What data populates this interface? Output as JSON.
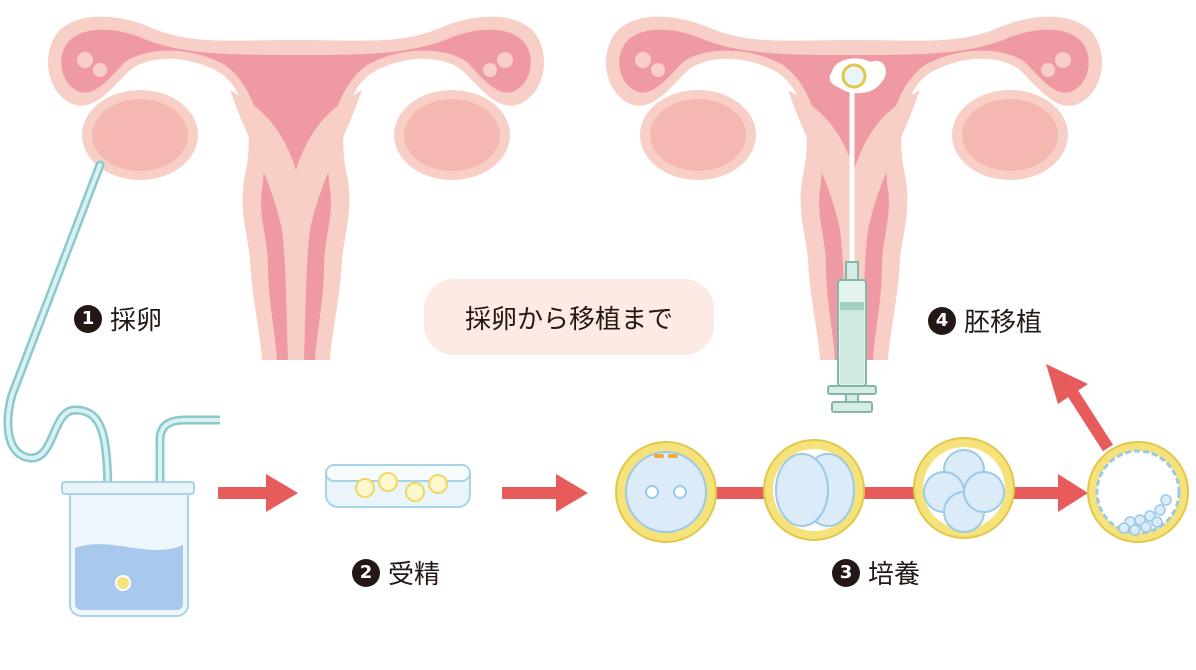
{
  "title": "採卵から移植まで",
  "steps": [
    {
      "number": "1",
      "label": "採卵"
    },
    {
      "number": "2",
      "label": "受精"
    },
    {
      "number": "3",
      "label": "培養"
    },
    {
      "number": "4",
      "label": "胚移植"
    }
  ],
  "colors": {
    "uterus_outer": "#f8cfc6",
    "uterus_inner": "#ef9aa3",
    "ovary": "#f5b8b0",
    "arrow": "#e85b5b",
    "egg_ring": "#f6e27a",
    "egg_ring_edge": "#e0c84a",
    "cell": "#dcebf8",
    "cell_edge": "#9bc9e8",
    "tube": "#a8dde0",
    "liquid": "#a9c8ee",
    "title_bg": "#fdeae4",
    "syringe": "#cfe8e0"
  }
}
